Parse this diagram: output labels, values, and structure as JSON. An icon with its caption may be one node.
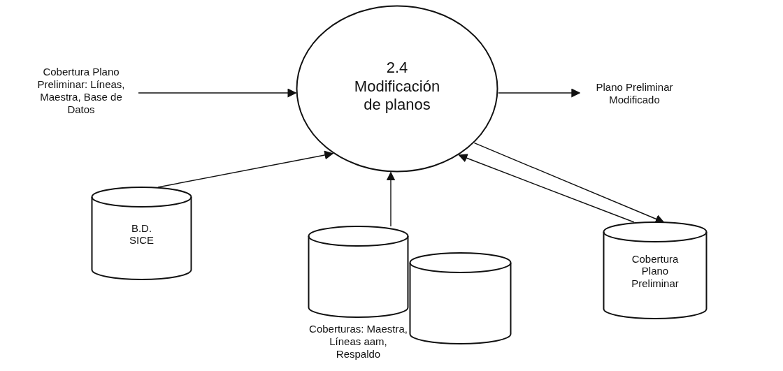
{
  "diagram": {
    "nodes": [
      {
        "text": [
          "Cobertura Plano Preliminar: Líneas, Maestra, Base de Datos"
        ]
      },
      {
        "text": [
          "2.4",
          "Modificación de planos"
        ]
      },
      {
        "text": [
          "Plano Preliminar Modificado"
        ]
      },
      {
        "text": [
          "B.D. SICE"
        ]
      },
      {
        "text": [],
        "shape": "cylinder",
        "beside": [
          "Coberturas: Maestra, Líneas aam, Respaldo"
        ]
      },
      {
        "text": [],
        "shape": "cylinder"
      },
      {
        "text": [
          "Cobertura Plano Preliminar"
        ]
      }
    ],
    "edges": [
      {
        "from": 0,
        "to": 1,
        "arrow": "to"
      },
      {
        "from": 1,
        "to": 2,
        "arrow": "to"
      },
      {
        "from": 3,
        "to": 1,
        "arrow": "to"
      },
      {
        "from": 4,
        "to": 1,
        "arrow": "to"
      },
      {
        "from": 1,
        "to": 6,
        "arrow": "to"
      },
      {
        "from": 6,
        "to": 1,
        "arrow": "to"
      }
    ]
  }
}
